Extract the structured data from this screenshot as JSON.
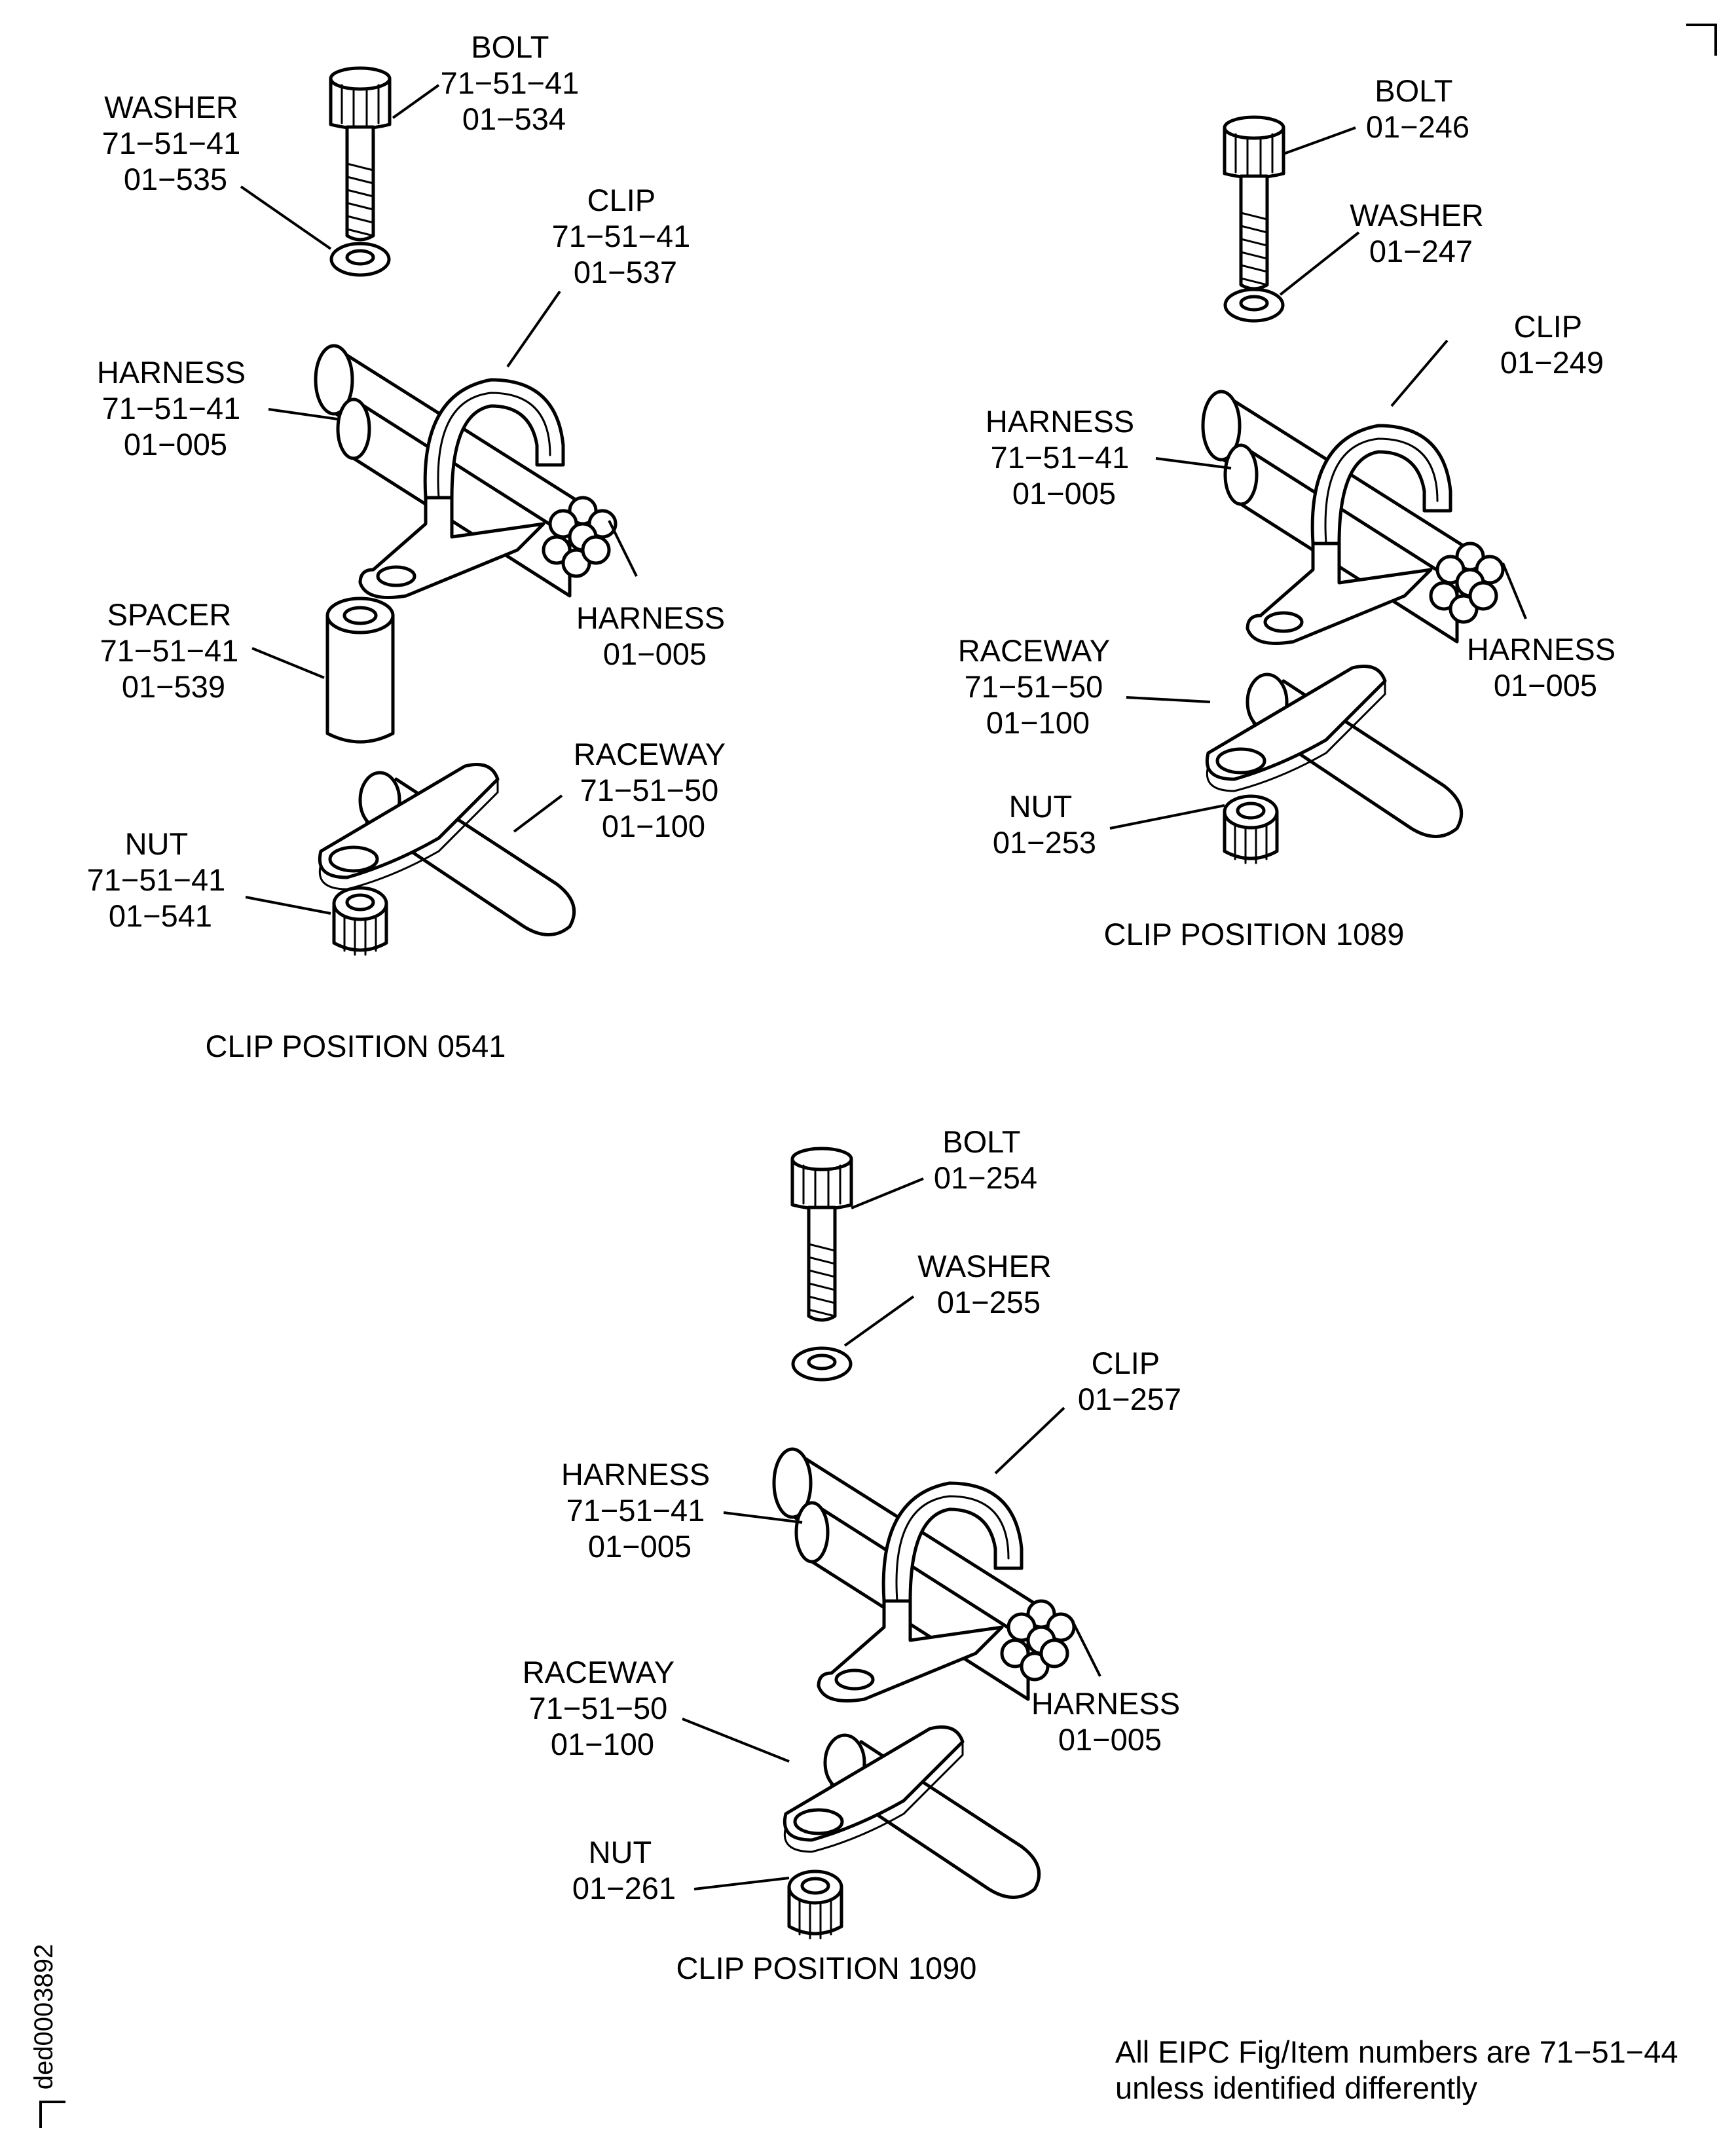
{
  "views": {
    "v0541": {
      "caption": "CLIP POSITION 0541",
      "bolt": [
        "BOLT",
        "71−51−41",
        "01−534"
      ],
      "washer": [
        "WASHER",
        "71−51−41",
        "01−535"
      ],
      "clip": [
        "CLIP",
        "71−51−41",
        "01−537"
      ],
      "harness_left": [
        "HARNESS",
        "71−51−41",
        "01−005"
      ],
      "harness_right": [
        "HARNESS",
        "01−005"
      ],
      "spacer": [
        "SPACER",
        "71−51−41",
        "01−539"
      ],
      "raceway": [
        "RACEWAY",
        "71−51−50",
        "01−100"
      ],
      "nut": [
        "NUT",
        "71−51−41",
        "01−541"
      ]
    },
    "v1089": {
      "caption": "CLIP POSITION 1089",
      "bolt": [
        "BOLT",
        "01−246"
      ],
      "washer": [
        "WASHER",
        "01−247"
      ],
      "clip": [
        "CLIP",
        "01−249"
      ],
      "harness_left": [
        "HARNESS",
        "71−51−41",
        "01−005"
      ],
      "harness_right": [
        "HARNESS",
        "01−005"
      ],
      "raceway": [
        "RACEWAY",
        "71−51−50",
        "01−100"
      ],
      "nut": [
        "NUT",
        "01−253"
      ]
    },
    "v1090": {
      "caption": "CLIP POSITION 1090",
      "bolt": [
        "BOLT",
        "01−254"
      ],
      "washer": [
        "WASHER",
        "01−255"
      ],
      "clip": [
        "CLIP",
        "01−257"
      ],
      "harness_left": [
        "HARNESS",
        "71−51−41",
        "01−005"
      ],
      "harness_right": [
        "HARNESS",
        "01−005"
      ],
      "raceway": [
        "RACEWAY",
        "71−51−50",
        "01−100"
      ],
      "nut": [
        "NUT",
        "01−261"
      ]
    }
  },
  "footnote": {
    "line1": "All EIPC Fig/Item numbers are 71−51−44",
    "line2": "unless identified differently"
  },
  "drawing_id": "ded0003892"
}
